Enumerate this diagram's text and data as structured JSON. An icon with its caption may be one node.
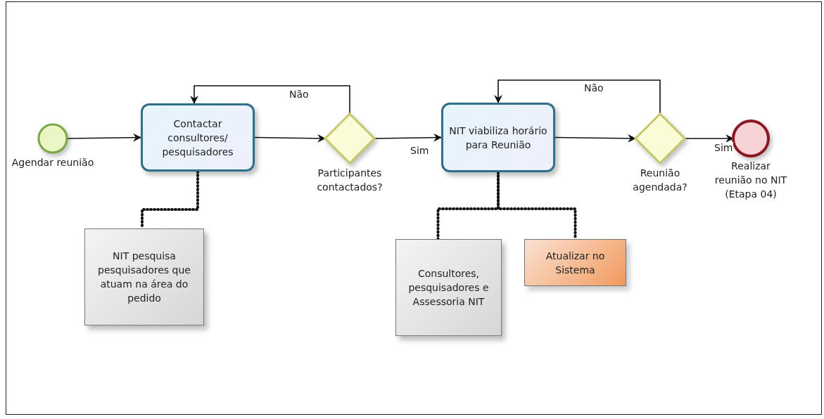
{
  "diagram": {
    "nodes": [
      {
        "text": [
          "Agendar reunião"
        ]
      },
      {
        "text": [
          "Contactar consultores/ pesquisadores"
        ]
      },
      {
        "text": [
          "Participantes contactados?"
        ]
      },
      {
        "text": [
          "NIT viabiliza horário para Reunião"
        ]
      },
      {
        "text": [
          "Reunião agendada?"
        ]
      },
      {
        "text": [
          "Realizar reunião no NIT (Etapa 04)"
        ]
      },
      {
        "text": [
          "NIT pesquisa pesquisadores que atuam na área do pedido"
        ]
      },
      {
        "text": [
          "Consultores, pesquisadores e Assessoria NIT"
        ]
      },
      {
        "text": [
          "Atualizar no Sistema"
        ]
      }
    ],
    "edges": [
      {
        "from": 0,
        "to": 1,
        "arrow": "to"
      },
      {
        "from": 1,
        "to": 2,
        "arrow": "to"
      },
      {
        "from": 2,
        "to": 1,
        "arrow": "to",
        "label": "Não"
      },
      {
        "from": 2,
        "to": 3,
        "arrow": "to",
        "label": "Sim"
      },
      {
        "from": 3,
        "to": 4,
        "arrow": "to"
      },
      {
        "from": 4,
        "to": 3,
        "arrow": "to",
        "label": "Não"
      },
      {
        "from": 4,
        "to": 5,
        "arrow": "to",
        "label": "Sim"
      },
      {
        "from": 1,
        "to": 6,
        "arrow": "none",
        "style": "dashed"
      },
      {
        "from": 3,
        "to": 7,
        "arrow": "none",
        "style": "dashed"
      },
      {
        "from": 3,
        "to": 8,
        "arrow": "none",
        "style": "dashed"
      }
    ]
  }
}
